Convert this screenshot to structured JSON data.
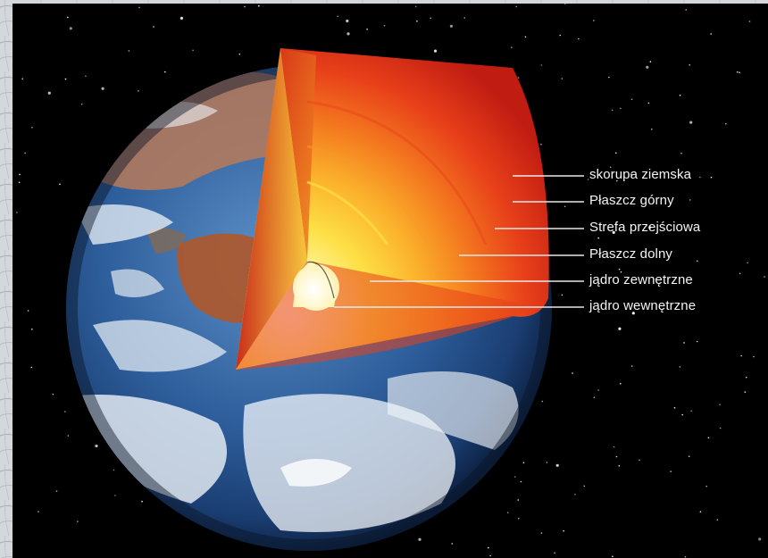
{
  "diagram": {
    "layers": [
      {
        "key": "crust",
        "label": "skorupa ziemska",
        "color": "#c81e14"
      },
      {
        "key": "upper-mantle",
        "label": "Płaszcz górny",
        "color": "#e8381a"
      },
      {
        "key": "transition-zone",
        "label": "Strefa przejściowa",
        "color": "#f26a1c"
      },
      {
        "key": "lower-mantle",
        "label": "Płaszcz dolny",
        "color": "#f9a52a"
      },
      {
        "key": "outer-core",
        "label": "jądro zewnętrzne",
        "color": "#fbe03c"
      },
      {
        "key": "inner-core",
        "label": "jądro wewnętrzne",
        "color": "#fffbe6"
      }
    ]
  },
  "colors": {
    "space": "#000000",
    "ocean": "#2a5f9e",
    "cloud": "#eef3f8",
    "land": "#b85a2c",
    "leader_line": "#e8e8e8",
    "frame": "#cfd3d8"
  }
}
